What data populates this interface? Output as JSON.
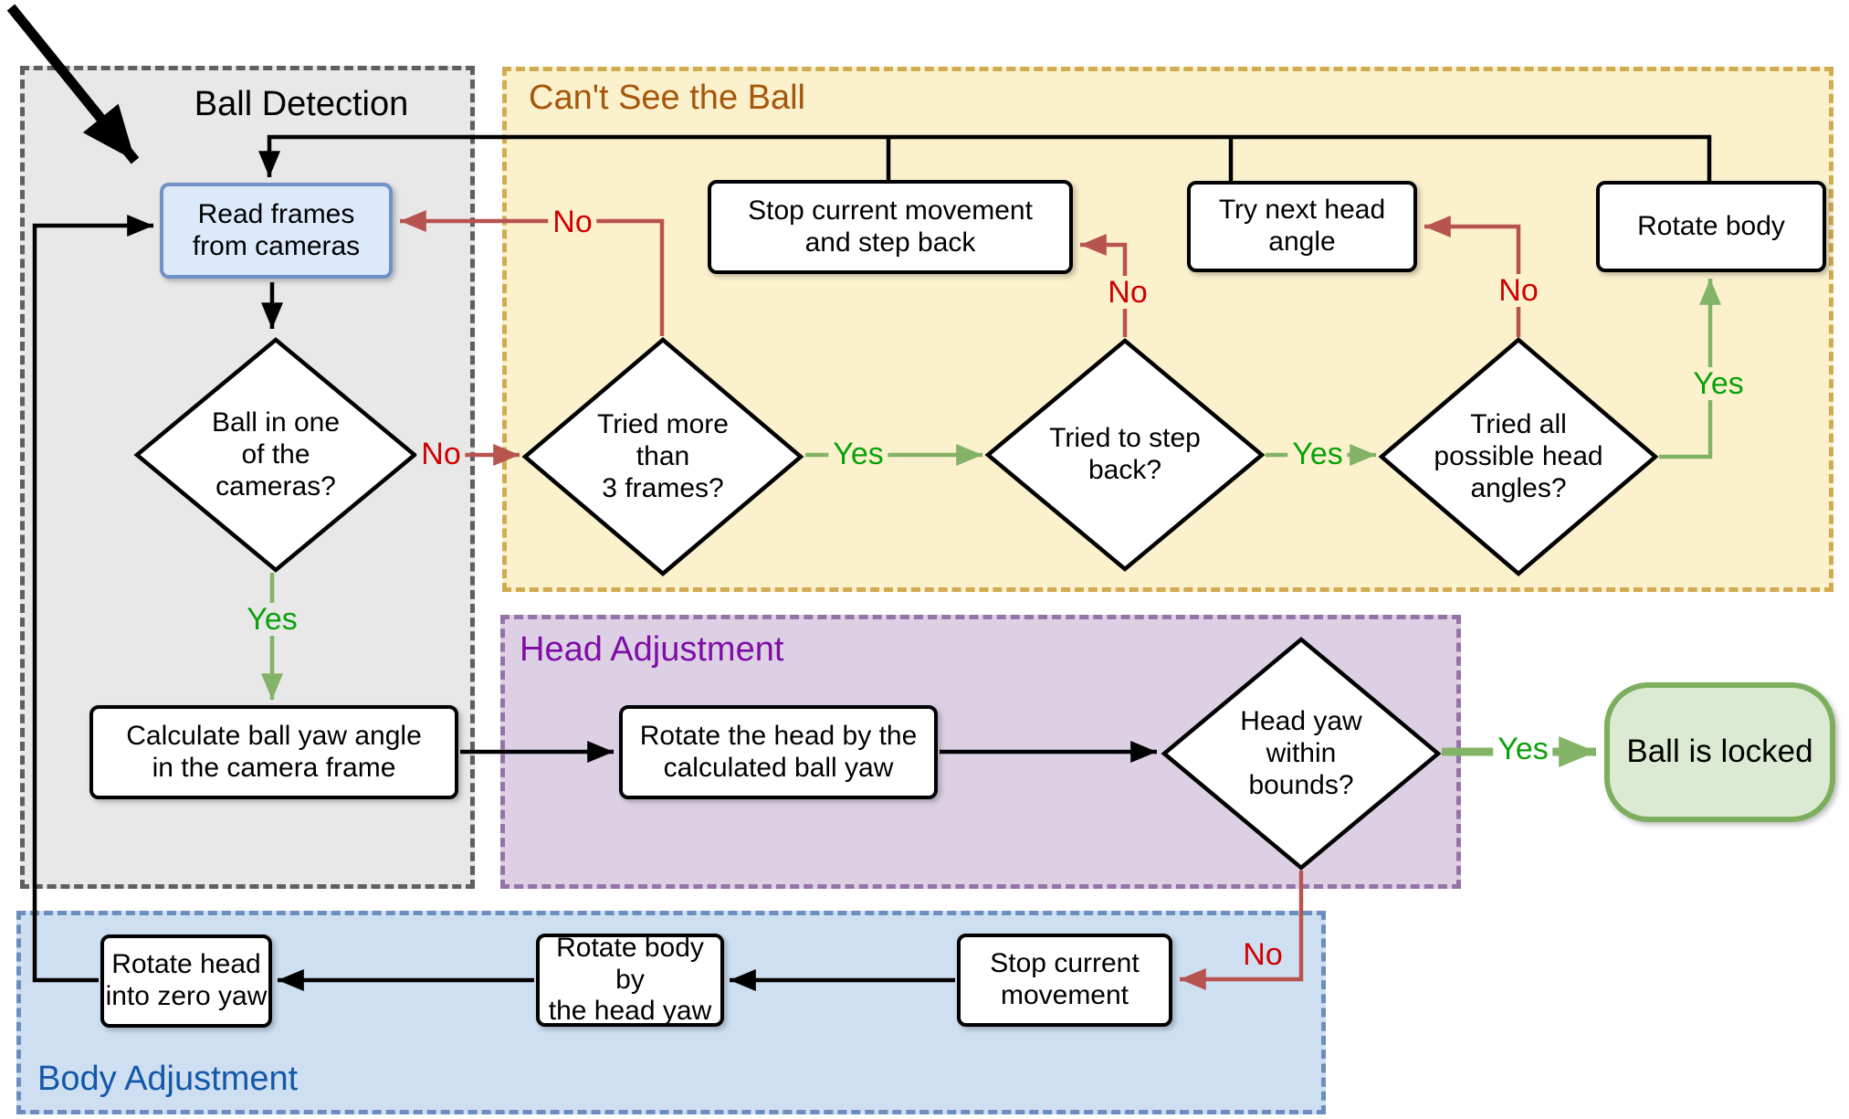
{
  "regions": {
    "ball_detection": {
      "title": "Ball Detection"
    },
    "cant_see_ball": {
      "title": "Can't See the Ball"
    },
    "head_adjustment": {
      "title": "Head Adjustment"
    },
    "body_adjustment": {
      "title": "Body Adjustment"
    }
  },
  "nodes": {
    "read_frames": {
      "type": "process",
      "label": "Read frames\nfrom cameras"
    },
    "ball_in_cameras": {
      "type": "decision",
      "label": "Ball in one\nof the\ncameras?"
    },
    "calc_yaw": {
      "type": "process",
      "label": "Calculate ball yaw angle\nin the camera frame"
    },
    "tried_frames": {
      "type": "decision",
      "label": "Tried more\nthan\n3 frames?"
    },
    "stop_step_back": {
      "type": "process",
      "label": "Stop current movement\nand step back"
    },
    "tried_step_back": {
      "type": "decision",
      "label": "Tried to step\nback?"
    },
    "try_next_angle": {
      "type": "process",
      "label": "Try next head\nangle"
    },
    "tried_all_angles": {
      "type": "decision",
      "label": "Tried all\npossible head\nangles?"
    },
    "rotate_body": {
      "type": "process",
      "label": "Rotate body"
    },
    "rotate_head_by_yaw": {
      "type": "process",
      "label": "Rotate the head by the\ncalculated ball yaw"
    },
    "head_yaw_bounds": {
      "type": "decision",
      "label": "Head yaw\nwithin\nbounds?"
    },
    "ball_locked": {
      "type": "terminal",
      "label": "Ball is locked"
    },
    "stop_current": {
      "type": "process",
      "label": "Stop current\nmovement"
    },
    "rotate_body_by_head": {
      "type": "process",
      "label": "Rotate body by\nthe head yaw"
    },
    "rotate_head_zero": {
      "type": "process",
      "label": "Rotate head\ninto zero yaw"
    }
  },
  "edge_labels": {
    "ball_no": "No",
    "ball_yes": "Yes",
    "frames_no": "No",
    "frames_yes": "Yes",
    "stepback_no": "No",
    "stepback_yes": "Yes",
    "angles_no": "No",
    "angles_yes": "Yes",
    "bounds_yes": "Yes",
    "bounds_no": "No"
  },
  "colors": {
    "yes_label_text": "#0aa10a",
    "no_label_text": "#d10000",
    "yes_line": "#82b366",
    "no_line": "#b85450",
    "black_line": "#000000",
    "ball_detection_fill": "#e8e8e8",
    "ball_detection_border": "#5f5f5f",
    "cant_see_fill": "#fcf1cd",
    "cant_see_border": "#d1ab51",
    "cant_see_title": "#a5570b",
    "head_adjustment_fill": "#ddd0e5",
    "head_adjustment_border": "#9673a6",
    "head_adjustment_title": "#7f0da6",
    "body_adjustment_fill": "#cfdff2",
    "body_adjustment_border": "#6c8ebf",
    "body_adjustment_title": "#1458a8",
    "read_frames_fill": "#dce9fb",
    "read_frames_border": "#6f93c7",
    "ball_locked_fill": "#dcead3",
    "ball_locked_border": "#7cae5e"
  }
}
